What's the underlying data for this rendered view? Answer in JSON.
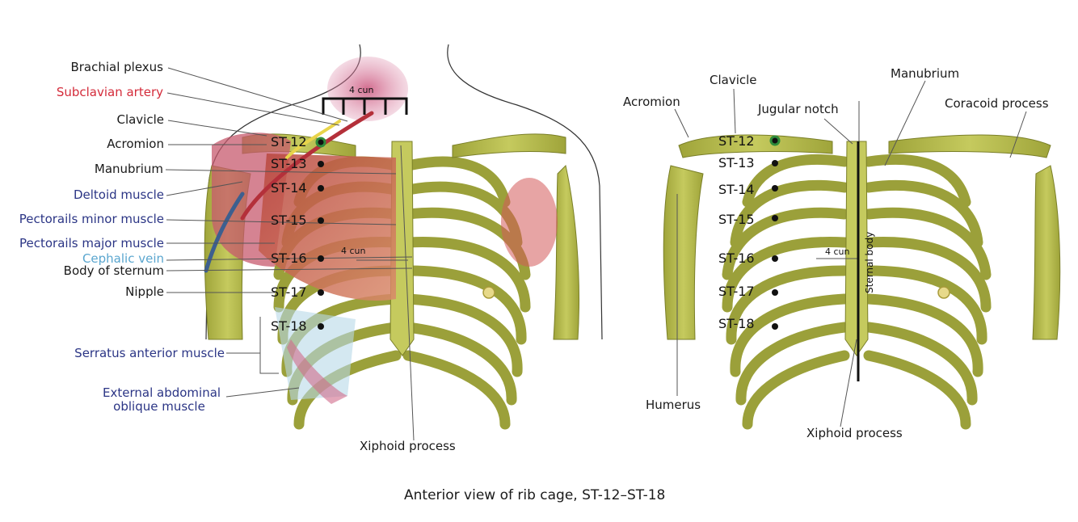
{
  "left_figure": {
    "labels": {
      "brachial_plexus": "Brachial plexus",
      "subclavian_artery": "Subclavian artery",
      "clavicle": "Clavicle",
      "acromion": "Acromion",
      "manubrium": "Manubrium",
      "deltoid_muscle": "Deltoid muscle",
      "pectoralis_minor": "Pectorails minor muscle",
      "pectoralis_major": "Pectorails major muscle",
      "cephalic_vein": "Cephalic vein",
      "body_of_sternum": "Body of sternum",
      "nipple": "Nipple",
      "serratus_anterior": "Serratus anterior muscle",
      "external_oblique_line1": "External abdominal",
      "external_oblique_line2": "oblique muscle",
      "xiphoid_process": "Xiphoid process",
      "cun_top": "4 cun",
      "cun_mid": "4 cun"
    },
    "points": [
      "ST-12",
      "ST-13",
      "ST-14",
      "ST-15",
      "ST-16",
      "ST-17",
      "ST-18"
    ]
  },
  "right_figure": {
    "labels": {
      "clavicle": "Clavicle",
      "acromion": "Acromion",
      "manubrium": "Manubrium",
      "jugular_notch": "Jugular notch",
      "coracoid_process": "Coracoid process",
      "humerus": "Humerus",
      "xiphoid_process": "Xiphoid process",
      "sternal_body": "Sternal body",
      "cun": "4 cun"
    },
    "points": [
      "ST-12",
      "ST-13",
      "ST-14",
      "ST-15",
      "ST-16",
      "ST-17",
      "ST-18"
    ]
  },
  "caption": "Anterior view of rib cage, ST-12–ST-18",
  "colors": {
    "bone": "#b3b849",
    "bone_dark": "#8a8f2c",
    "muscle": "#c0554a",
    "pink": "#d06a8a",
    "acupoint": "#111111",
    "highlight_point": "#2e8b3a",
    "label_blue": "#2b3585",
    "label_red": "#d42b3a",
    "label_light_blue": "#5aa6cf"
  }
}
